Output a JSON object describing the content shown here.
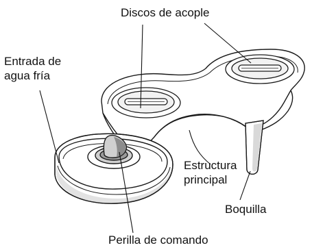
{
  "labels": {
    "discos": "Discos de acople",
    "entrada_l1": "Entrada de",
    "entrada_l2": "agua fría",
    "estructura_l1": "Estructura",
    "estructura_l2": "principal",
    "boquilla": "Boquilla",
    "perilla": "Perilla de comando"
  },
  "colors": {
    "outline": "#1a1a1a",
    "body_fill": "#ffffff",
    "shade": "#d9d9d9",
    "dark_shade": "#8c8c8c",
    "leader": "#111111"
  }
}
